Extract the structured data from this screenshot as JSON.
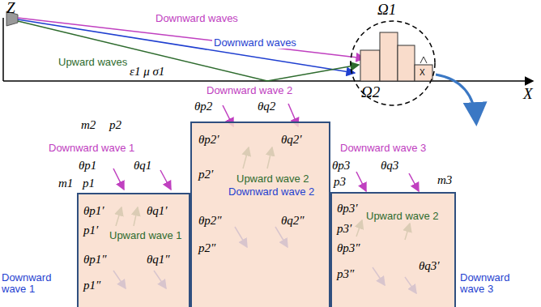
{
  "diagram": {
    "nodes": [
      {
        "text": [
          "θp1′",
          "θq1′",
          "p1′",
          "Upward wave 1",
          "θp1″",
          "θq1″",
          "p1″"
        ]
      },
      {
        "text": [
          "θp2′",
          "θq2′",
          "p2′",
          "Upward wave 2",
          "Downward wave 2",
          "θp2″",
          "θq2″",
          "p2″"
        ]
      },
      {
        "text": [
          "θp3′",
          "Upward wave 2",
          "p3′",
          "θp3″",
          "p3″",
          "θq3′"
        ]
      }
    ],
    "labels": [
      "Z",
      "X",
      "Downward waves",
      "Downward waves",
      "Upward waves",
      "ε1 μ σ1",
      "Ω1",
      "Ω2",
      "X",
      "Downward wave 2",
      "θp2",
      "θq2",
      "m2",
      "p2",
      "Downward wave 1",
      "θp1",
      "θq1",
      "m1",
      "p1",
      "Downward wave 3",
      "θp3",
      "θq3",
      "p3",
      "m3",
      "Downward wave 1",
      "Downward wave 3"
    ]
  }
}
